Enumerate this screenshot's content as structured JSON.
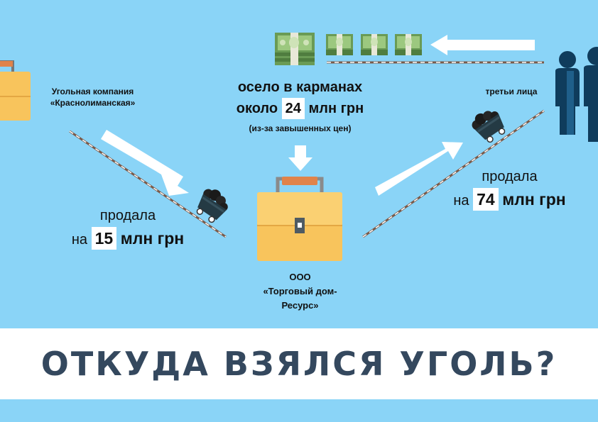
{
  "company_left": {
    "line1": "Угольная компания",
    "line2": "«Краснолиманская»"
  },
  "company_center": {
    "line1": "ООО",
    "line2": "«Торговый дом-",
    "line3": "Ресурс»"
  },
  "third_party": "третьи лица",
  "pocket": {
    "line1": "осело в карманах",
    "line2_prefix": "около",
    "amount": "24",
    "line2_suffix": "млн грн",
    "note": "(из-за завышенных цен)"
  },
  "sale_left": {
    "verb": "продала",
    "prefix": "на",
    "amount": "15",
    "unit": "млн грн"
  },
  "sale_right": {
    "verb": "продала",
    "prefix": "на",
    "amount": "74",
    "unit": "млн грн"
  },
  "title": "ОТКУДА ВЗЯЛСЯ УГОЛЬ?",
  "colors": {
    "background": "#8ad4f7",
    "briefcase": "#f8c45c",
    "handle": "#e0834a",
    "money": "#6a9b55",
    "people": "#0f3c5c",
    "title": "#34485e"
  },
  "icons": [
    "briefcase-icon",
    "coal-cart-icon",
    "money-stack-icon",
    "people-icon",
    "arrow-icon"
  ]
}
